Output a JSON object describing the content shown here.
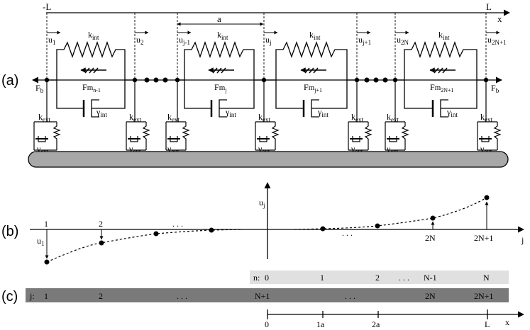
{
  "panel_labels": {
    "a": "(a)",
    "b": "(b)",
    "c": "(c)"
  },
  "panel_a": {
    "left_end": "-L",
    "right_end": "L",
    "axis": "x",
    "spacing": "a",
    "displacements": [
      "u",
      "u",
      "u",
      "u",
      "u",
      "u",
      "u"
    ],
    "displacement_subscripts": [
      "1",
      "2",
      "j-1",
      "j",
      "j+1",
      "2N",
      "2N+1"
    ],
    "internal_stiffness": {
      "base": "k",
      "sub": "int"
    },
    "internal_damping": {
      "base": "γ",
      "sub": "int"
    },
    "external_stiffness": {
      "base": "k",
      "sub": "ext"
    },
    "external_damping": {
      "base": "γ",
      "sub": "ext"
    },
    "boundary_force": {
      "base": "F",
      "sub": "b"
    },
    "active_forces": [
      {
        "base": "F",
        "m_sub": "n-1"
      },
      {
        "base": "F",
        "m_sub": "j"
      },
      {
        "base": "F",
        "m_sub": "j+1"
      },
      {
        "base": "F",
        "m_sub": "2N+1"
      }
    ]
  },
  "panel_b": {
    "y_axis": {
      "base": "u",
      "sub": "j"
    },
    "x_axis": "j",
    "marker_labels": [
      "1",
      "2",
      "2N",
      "2N+1"
    ],
    "left_arrow_label": {
      "base": "u",
      "sub": "1"
    },
    "ellipsis": ". . ."
  },
  "panel_c": {
    "n_row": {
      "prefix": "n:",
      "labels": [
        "0",
        "1",
        "2",
        ". . .",
        "N-1",
        "N"
      ]
    },
    "j_row": {
      "prefix": "j:",
      "labels": [
        "1",
        "2",
        ". . .",
        "N+1",
        ". . .",
        "2N",
        "2N+1"
      ]
    },
    "x_axis": {
      "ticks": [
        "0",
        "1a",
        "2a",
        "L"
      ],
      "label": "x"
    }
  },
  "colors": {
    "ground_fill": "#a8a8a8",
    "n_row_bg": "#e0e0e0",
    "j_row_bg": "#7a7a7a"
  }
}
